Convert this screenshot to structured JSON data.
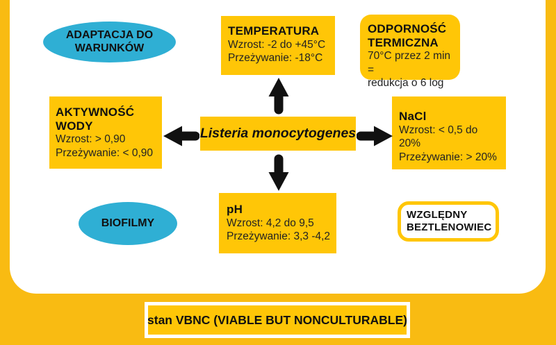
{
  "colors": {
    "frame_yellow": "#f9bb12",
    "box_yellow": "#ffc607",
    "bubble_blue": "#2fafd4",
    "text_black": "#1a1a1a",
    "panel_white": "#ffffff",
    "arrow_black": "#111111"
  },
  "center_label": "Listeria monocytogenes",
  "bubbles": {
    "adaptation": "ADAPTACJA DO WARUNKÓW",
    "biofilms": "BIOFILMY"
  },
  "boxes": {
    "temperature": {
      "title": "TEMPERATURA",
      "line1": "Wzrost: -2 do +45°C",
      "line2": "Przeżywanie: -18°C"
    },
    "thermal_resistance": {
      "title": "ODPORNOŚĆ TERMICZNA",
      "line1": "70°C przez 2 min =",
      "line2": "redukcja o 6 log"
    },
    "water_activity": {
      "title": "AKTYWNOŚĆ WODY",
      "line1": "Wzrost: > 0,90",
      "line2": "Przeżywanie: < 0,90"
    },
    "nacl": {
      "title": "NaCl",
      "line1": "Wzrost: < 0,5 do 20%",
      "line2": "Przeżywanie: > 20%"
    },
    "ph": {
      "title": "pH",
      "line1": "Wzrost: 4,2 do 9,5",
      "line2": "Przeżywanie: 3,3 -4,2"
    },
    "anaerobe": {
      "title": "WZGLĘDNY BEZTLENOWIEC"
    }
  },
  "banner": "stan VBNC (VIABLE BUT NONCULTURABLE)"
}
